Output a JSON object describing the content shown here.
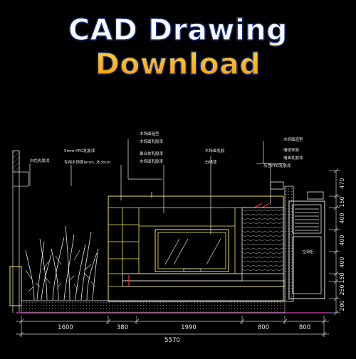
{
  "title": "CAD Drawing Download",
  "colors": {
    "background": "#000000",
    "title_outline": "#0b2a8a",
    "line_yellow": "#f2e65a",
    "line_white": "#e8e8e8",
    "dim_line": "#c8c8c8",
    "floor_magenta": "#b0329a",
    "red_mark": "#ff2a2a"
  },
  "dimensions": {
    "bottom_segments": [
      "1600",
      "380",
      "1990",
      "800",
      "800"
    ],
    "bottom_total": "5570",
    "right_segments": [
      "470",
      "150",
      "400",
      "400",
      "400",
      "150",
      "250",
      "200"
    ]
  },
  "annotations": {
    "left_1": "白色乳胶漆",
    "left_2a": "5mm PPG乳胶漆",
    "left_2b": "专用木饰面9mm, 木3mm",
    "center_1a": "木饰面造型",
    "center_1b": "木饰面乳胶漆",
    "center_2a": "聚合体乳胶漆",
    "center_2b": "木饰面乳胶漆",
    "center_3a": "木饰面乳胶",
    "center_3b": "白墙漆",
    "right_1": "木饰面造型",
    "right_2": "墙纸饰面",
    "right_3": "墙面乳胶漆",
    "right_4": "灰色PPG乳胶漆",
    "cabinet_label": "空调柜"
  }
}
